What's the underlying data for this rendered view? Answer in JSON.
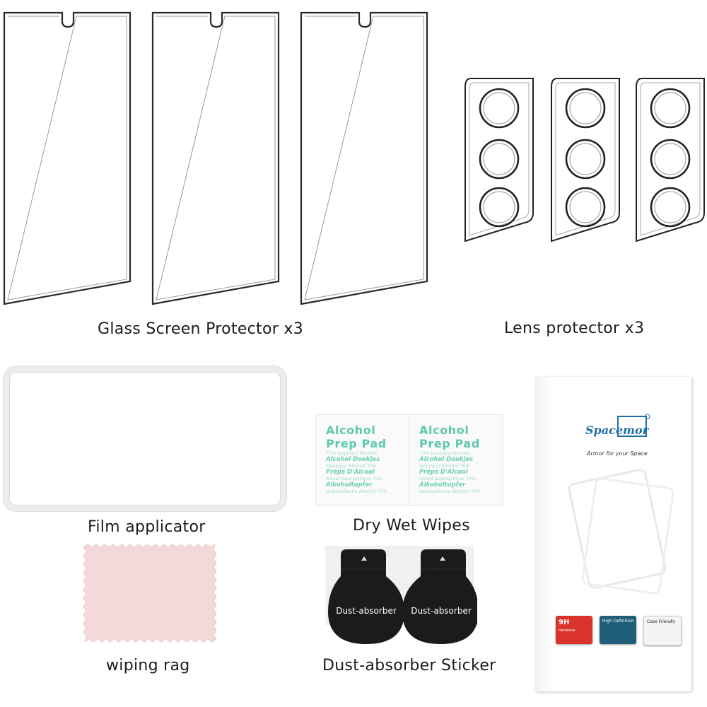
{
  "captions": {
    "screen": "Glass Screen Protector x3",
    "lens": "Lens protector x3",
    "applicator": "Film applicator",
    "wipes": "Dry Wet Wipes",
    "rag": "wiping rag",
    "dust": "Dust-absorber Sticker"
  },
  "pad": {
    "title1": "Alcohol",
    "title2": "Prep Pad",
    "line1": "70% Isopropyl Alcohol",
    "line2": "Alcohol Doekjes",
    "line3": "Isopropyl Alkohol 70%",
    "line4": "Préps D'Alcool",
    "line5": "Alcool Isopropilique 70%",
    "line6": "Alkoholtupfer",
    "line7": "Isopropilische Alkohol 70%"
  },
  "dust_label": "Dust-absorber",
  "box": {
    "brand": "Spacemor",
    "tagline": "Armor for your Space",
    "badge1": "9H",
    "badge1_sub": "Hardness",
    "badge2": "High Definition",
    "badge3": "Case Friendly"
  },
  "colors": {
    "pad_green": "#5fc9ad",
    "brand_blue": "#1e6fa8",
    "rag_pink": "#f3d9d9",
    "sticker_black": "#1b1b1b"
  }
}
